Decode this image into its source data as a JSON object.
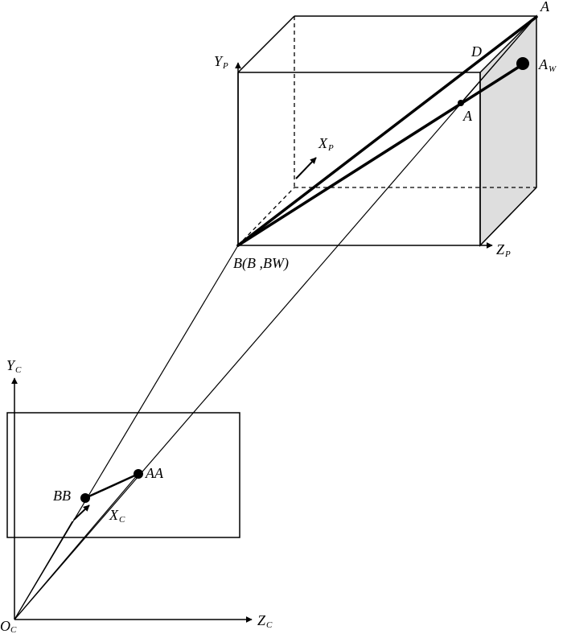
{
  "labels": {
    "a_top": "A",
    "d": "D",
    "aw_main": "A",
    "aw_sub": "W",
    "a_proj": "A",
    "yp_main": "Y",
    "yp_sub": "P",
    "xp_main": "X",
    "xp_sub": "P",
    "zp_main": "Z",
    "zp_sub": "P",
    "b_label": "B(B ,BW)",
    "yc_main": "Y",
    "yc_sub": "C",
    "xc_main": "X",
    "xc_sub": "C",
    "zc_main": "Z",
    "zc_sub": "C",
    "oc_main": "O",
    "oc_sub": "C",
    "bb": "BB",
    "aa": "AA"
  },
  "colors": {
    "stroke": "#000000",
    "shaded_face": "#dedede"
  }
}
